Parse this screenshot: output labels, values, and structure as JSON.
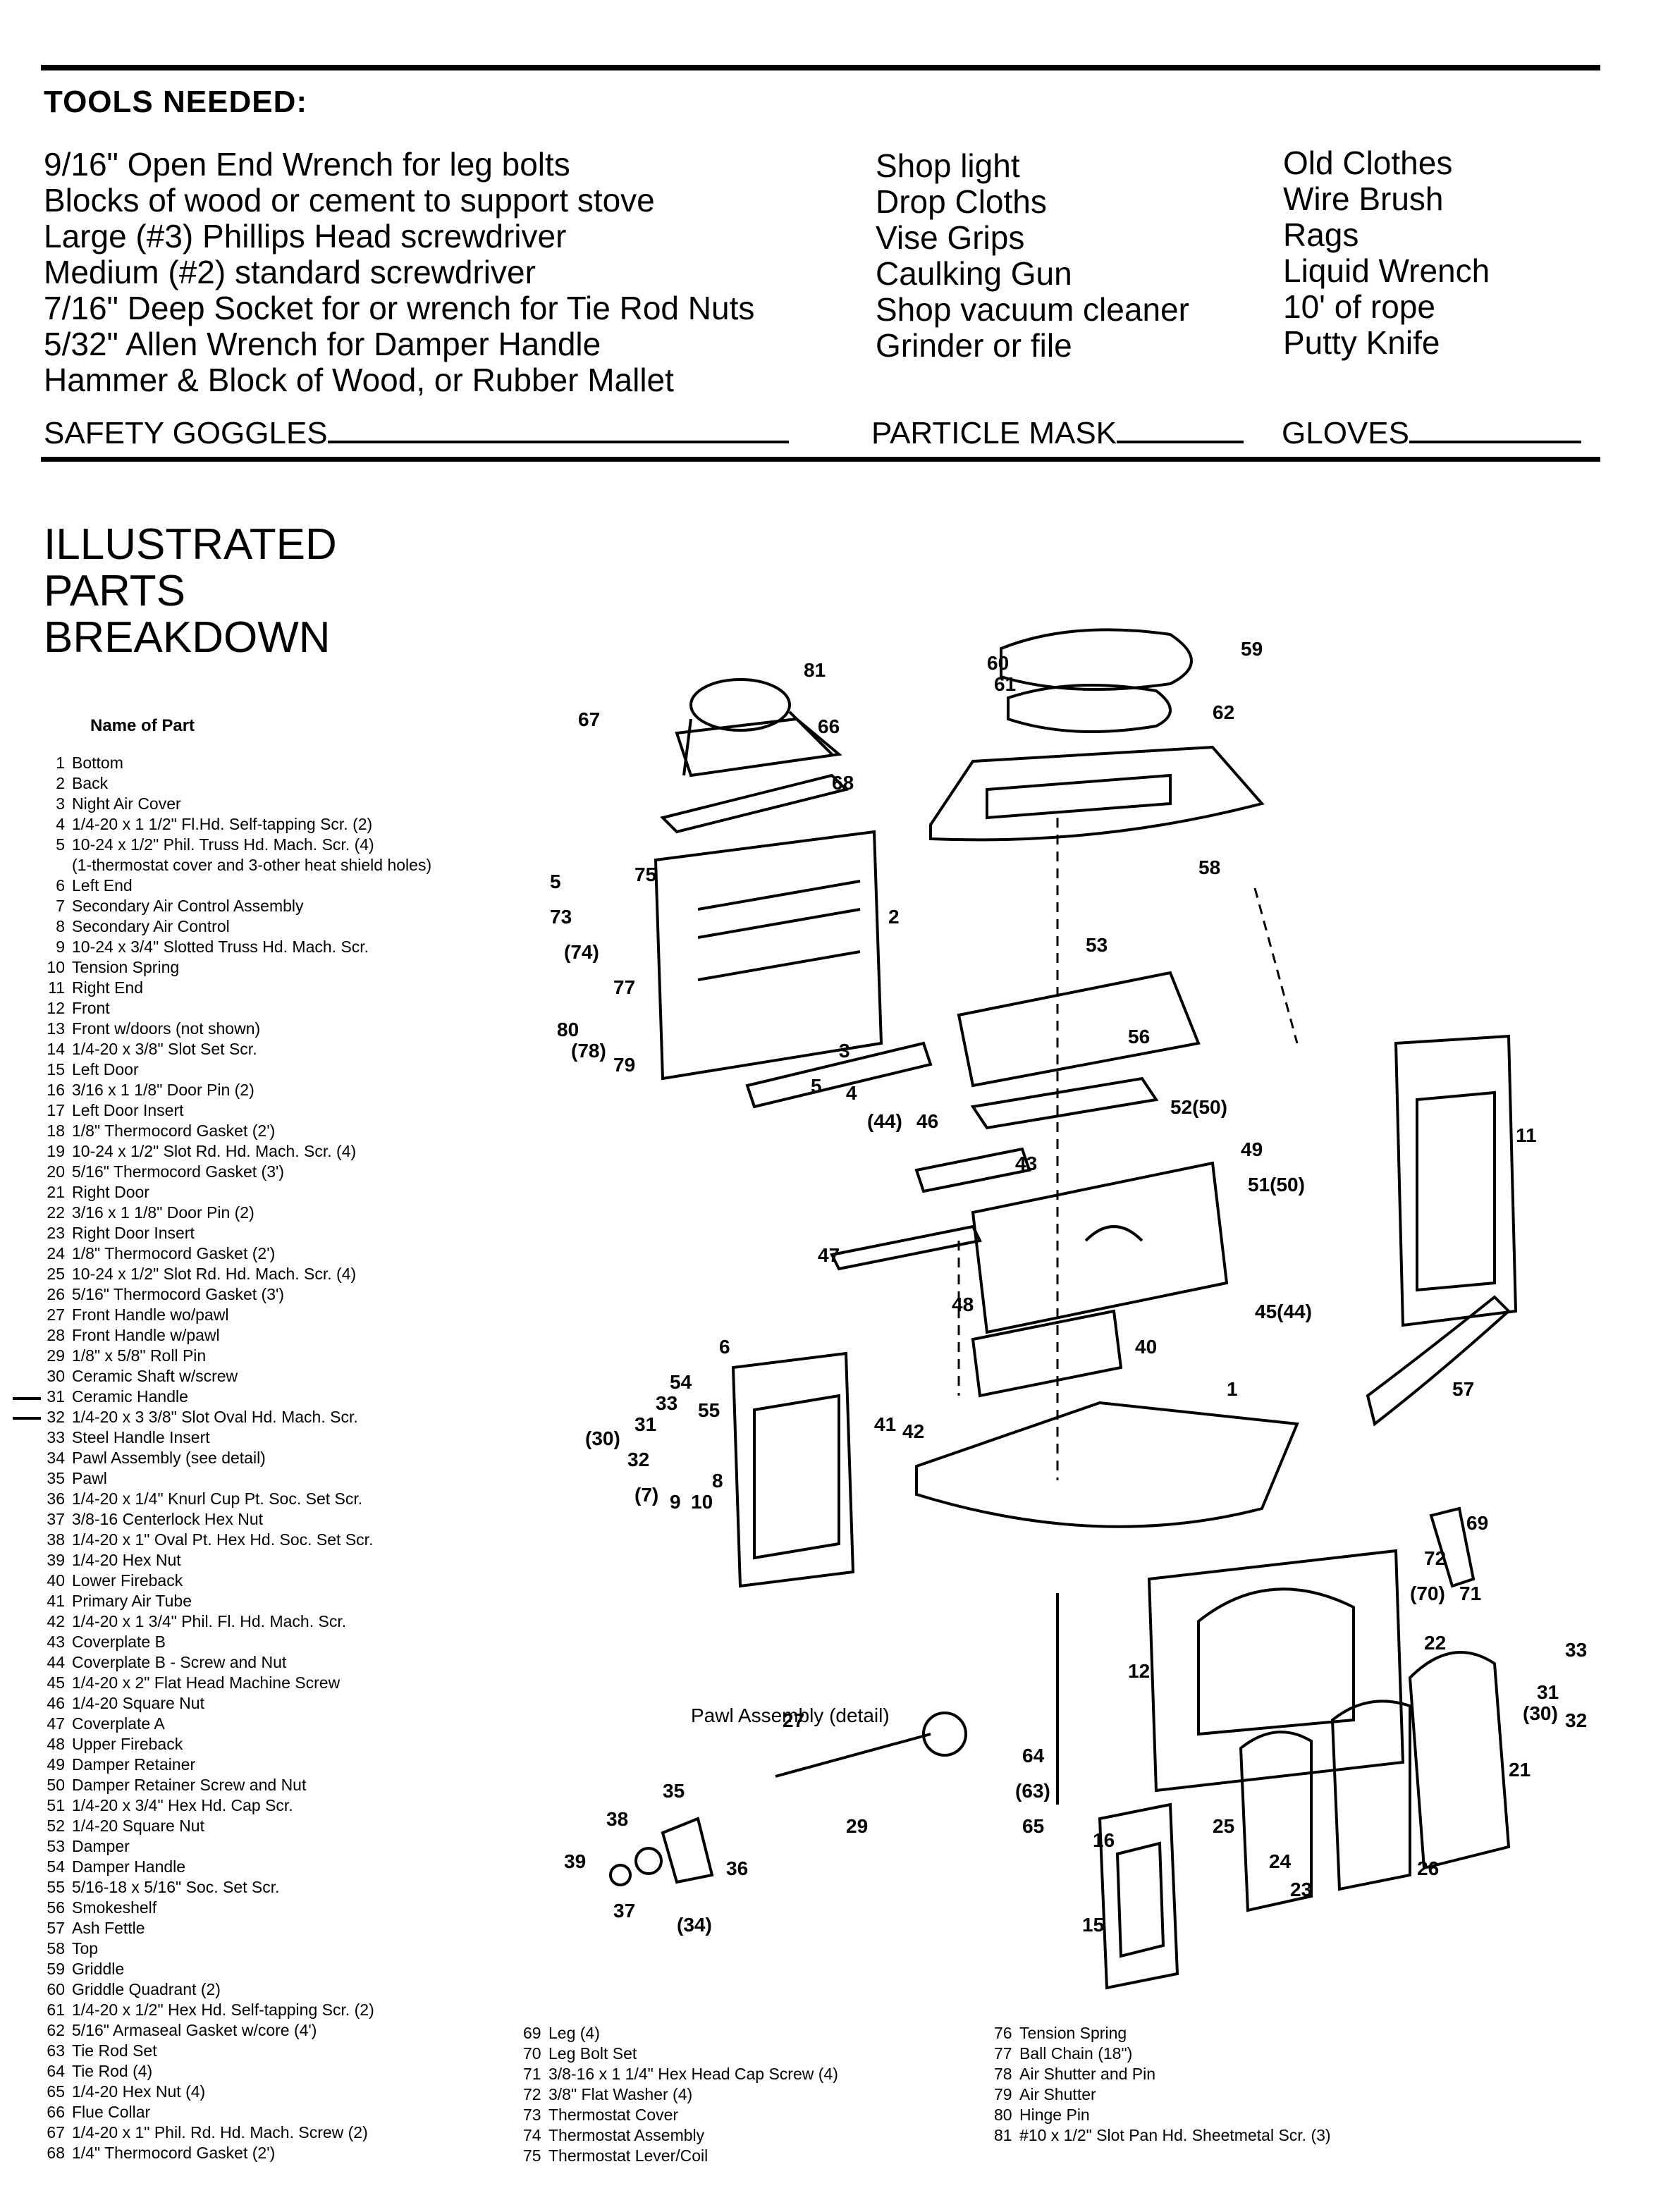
{
  "tools": {
    "heading": "TOOLS NEEDED:",
    "col1": [
      "9/16\" Open End Wrench for leg bolts",
      "Blocks of wood or cement to support stove",
      "Large (#3) Phillips Head screwdriver",
      "Medium (#2) standard screwdriver",
      "7/16\" Deep Socket for or wrench for Tie Rod Nuts",
      "5/32\" Allen Wrench for Damper Handle",
      "Hammer & Block of Wood, or Rubber Mallet"
    ],
    "col2": [
      "Shop light",
      "Drop Cloths",
      "Vise Grips",
      "Caulking Gun",
      "Shop vacuum cleaner",
      "Grinder or file"
    ],
    "col3": [
      "Old Clothes",
      "Wire Brush",
      "Rags",
      "Liquid Wrench",
      "10' of rope",
      "Putty Knife"
    ],
    "safety": [
      "SAFETY GOGGLES",
      "PARTICLE MASK",
      "GLOVES"
    ]
  },
  "section": {
    "title_lines": [
      "ILLUSTRATED",
      "PARTS",
      "BREAKDOWN"
    ],
    "parts_heading": "Name of Part",
    "pawl_caption": "Pawl Assembly (detail)"
  },
  "parts": [
    {
      "n": "1",
      "name": "Bottom"
    },
    {
      "n": "2",
      "name": "Back"
    },
    {
      "n": "3",
      "name": "Night Air Cover"
    },
    {
      "n": "4",
      "name": "1/4-20 x 1 1/2\" Fl.Hd. Self-tapping Scr. (2)"
    },
    {
      "n": "5",
      "name": "10-24 x 1/2\" Phil. Truss Hd. Mach. Scr. (4)"
    },
    {
      "n": "",
      "name": "(1-thermostat cover and 3-other heat shield holes)"
    },
    {
      "n": "6",
      "name": "Left End"
    },
    {
      "n": "7",
      "name": "Secondary Air Control Assembly"
    },
    {
      "n": "8",
      "name": "Secondary Air Control"
    },
    {
      "n": "9",
      "name": "10-24 x 3/4\" Slotted Truss Hd. Mach. Scr."
    },
    {
      "n": "10",
      "name": "Tension Spring"
    },
    {
      "n": "11",
      "name": "Right End"
    },
    {
      "n": "12",
      "name": "Front"
    },
    {
      "n": "13",
      "name": "Front w/doors (not shown)"
    },
    {
      "n": "14",
      "name": "1/4-20 x 3/8\" Slot Set Scr."
    },
    {
      "n": "15",
      "name": "Left Door"
    },
    {
      "n": "16",
      "name": "3/16 x 1 1/8\" Door Pin (2)"
    },
    {
      "n": "17",
      "name": "Left Door Insert"
    },
    {
      "n": "18",
      "name": "1/8\" Thermocord Gasket (2')"
    },
    {
      "n": "19",
      "name": "10-24 x 1/2\" Slot Rd. Hd. Mach. Scr. (4)"
    },
    {
      "n": "20",
      "name": "5/16\" Thermocord Gasket (3')"
    },
    {
      "n": "21",
      "name": "Right Door"
    },
    {
      "n": "22",
      "name": "3/16 x 1 1/8\" Door Pin (2)"
    },
    {
      "n": "23",
      "name": "Right Door Insert"
    },
    {
      "n": "24",
      "name": "1/8\" Thermocord Gasket (2')"
    },
    {
      "n": "25",
      "name": "10-24 x 1/2\" Slot Rd. Hd. Mach. Scr. (4)"
    },
    {
      "n": "26",
      "name": "5/16\" Thermocord Gasket (3')"
    },
    {
      "n": "27",
      "name": "Front Handle wo/pawl"
    },
    {
      "n": "28",
      "name": "Front Handle w/pawl"
    },
    {
      "n": "29",
      "name": "1/8\" x 5/8\" Roll Pin"
    },
    {
      "n": "30",
      "name": "Ceramic Shaft w/screw"
    },
    {
      "n": "31",
      "name": "Ceramic Handle"
    },
    {
      "n": "32",
      "name": "1/4-20 x 3 3/8\" Slot Oval Hd. Mach. Scr."
    },
    {
      "n": "33",
      "name": "Steel Handle Insert"
    },
    {
      "n": "34",
      "name": "Pawl Assembly (see detail)"
    },
    {
      "n": "35",
      "name": "Pawl"
    },
    {
      "n": "36",
      "name": "1/4-20 x 1/4\" Knurl Cup Pt. Soc. Set Scr."
    },
    {
      "n": "37",
      "name": "3/8-16 Centerlock Hex Nut"
    },
    {
      "n": "38",
      "name": "1/4-20 x 1\" Oval Pt. Hex Hd. Soc. Set Scr."
    },
    {
      "n": "39",
      "name": "1/4-20 Hex Nut"
    },
    {
      "n": "40",
      "name": "Lower Fireback"
    },
    {
      "n": "41",
      "name": "Primary Air Tube"
    },
    {
      "n": "42",
      "name": "1/4-20 x 1 3/4\" Phil. Fl. Hd. Mach. Scr."
    },
    {
      "n": "43",
      "name": "Coverplate B"
    },
    {
      "n": "44",
      "name": "Coverplate B - Screw and Nut"
    },
    {
      "n": "45",
      "name": "1/4-20 x 2\" Flat Head Machine Screw"
    },
    {
      "n": "46",
      "name": "1/4-20 Square Nut"
    },
    {
      "n": "47",
      "name": "Coverplate A"
    },
    {
      "n": "48",
      "name": "Upper Fireback"
    },
    {
      "n": "49",
      "name": "Damper Retainer"
    },
    {
      "n": "50",
      "name": "Damper Retainer Screw and Nut"
    },
    {
      "n": "51",
      "name": "1/4-20 x 3/4\" Hex Hd. Cap Scr."
    },
    {
      "n": "52",
      "name": "1/4-20 Square Nut"
    },
    {
      "n": "53",
      "name": "Damper"
    },
    {
      "n": "54",
      "name": "Damper Handle"
    },
    {
      "n": "55",
      "name": "5/16-18 x 5/16\" Soc. Set Scr."
    },
    {
      "n": "56",
      "name": "Smokeshelf"
    },
    {
      "n": "57",
      "name": "Ash Fettle"
    },
    {
      "n": "58",
      "name": "Top"
    },
    {
      "n": "59",
      "name": "Griddle"
    },
    {
      "n": "60",
      "name": "Griddle Quadrant (2)"
    },
    {
      "n": "61",
      "name": "1/4-20 x 1/2\" Hex Hd. Self-tapping Scr. (2)"
    },
    {
      "n": "62",
      "name": "5/16\" Armaseal Gasket w/core (4')"
    },
    {
      "n": "63",
      "name": "Tie Rod Set"
    },
    {
      "n": "64",
      "name": "Tie Rod (4)"
    },
    {
      "n": "65",
      "name": "1/4-20 Hex Nut (4)"
    },
    {
      "n": "66",
      "name": "Flue Collar"
    },
    {
      "n": "67",
      "name": "1/4-20 x 1\" Phil. Rd. Hd. Mach. Screw (2)"
    },
    {
      "n": "68",
      "name": "1/4\" Thermocord Gasket (2')"
    }
  ],
  "parts_col2": [
    {
      "n": "69",
      "name": "Leg (4)"
    },
    {
      "n": "70",
      "name": "Leg Bolt Set"
    },
    {
      "n": "71",
      "name": "3/8-16 x 1 1/4\" Hex Head Cap Screw (4)"
    },
    {
      "n": "72",
      "name": "3/8\" Flat Washer (4)"
    },
    {
      "n": "73",
      "name": "Thermostat Cover"
    },
    {
      "n": "74",
      "name": "Thermostat Assembly"
    },
    {
      "n": "75",
      "name": "Thermostat Lever/Coil"
    }
  ],
  "parts_col3": [
    {
      "n": "76",
      "name": "Tension Spring"
    },
    {
      "n": "77",
      "name": "Ball Chain (18\")"
    },
    {
      "n": "78",
      "name": "Air Shutter and Pin"
    },
    {
      "n": "79",
      "name": "Air Shutter"
    },
    {
      "n": "80",
      "name": "Hinge Pin"
    },
    {
      "n": "81",
      "name": "#10 x 1/2\" Slot Pan Hd. Sheetmetal Scr. (3)"
    }
  ],
  "callouts": [
    "81",
    "66",
    "67",
    "68",
    "59",
    "60",
    "61",
    "62",
    "58",
    "5",
    "73",
    "75",
    "(74)",
    "77",
    "80",
    "(78)",
    "79",
    "2",
    "3",
    "5",
    "4",
    "53",
    "56",
    "(44)",
    "46",
    "43",
    "52(50)",
    "49",
    "51(50)",
    "11",
    "47",
    "48",
    "45(44)",
    "40",
    "6",
    "54",
    "33",
    "55",
    "(30)",
    "31",
    "32",
    "(7)",
    "9",
    "10",
    "8",
    "41",
    "42",
    "1",
    "57",
    "69",
    "72",
    "(70)",
    "71",
    "12",
    "22",
    "33",
    "31",
    "(30)",
    "32",
    "64",
    "(63)",
    "65",
    "16",
    "15",
    "25",
    "24",
    "23",
    "26",
    "21",
    "27",
    "35",
    "38",
    "39",
    "37",
    "36",
    "29",
    "(34)"
  ]
}
